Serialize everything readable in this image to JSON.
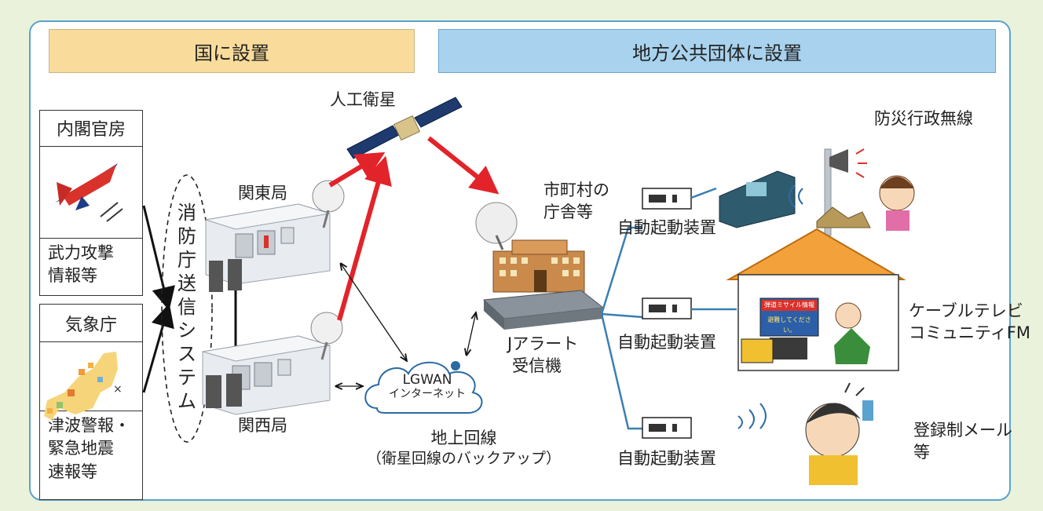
{
  "headers": {
    "kuni": "国に設置",
    "chiho": "地方公共団体に設置"
  },
  "sources": {
    "cabinet": {
      "title": "内閣官房",
      "label_lines": [
        "武力攻撃",
        "情報等"
      ]
    },
    "jma": {
      "title": "気象庁",
      "label_lines": [
        "津波警報・",
        "緊急地震",
        "速報等"
      ]
    }
  },
  "fdma_system": [
    "消",
    "防",
    "庁",
    "送",
    "信",
    "シ",
    "ス",
    "テ",
    "ム"
  ],
  "stations": {
    "kanto": "関東局",
    "kansai": "関西局"
  },
  "satellite": "人工衛星",
  "municipal": {
    "line1": "市町村の",
    "line2": "庁舎等"
  },
  "receiver": {
    "line1": "Jアラート",
    "line2": "受信機"
  },
  "lgwan": {
    "line1": "LGWAN",
    "line2": "インターネット"
  },
  "ground": {
    "line1": "地上回線",
    "line2": "（衛星回線のバックアップ）"
  },
  "auto_start": [
    "自動起動装置",
    "自動起動装置",
    "自動起動装置"
  ],
  "outputs": {
    "radio": "防災行政無線",
    "cable": {
      "line1": "ケーブルテレビ",
      "line2": "コミュニティFM"
    },
    "mail": {
      "line1": "登録制メール",
      "line2": "等"
    }
  },
  "tv_screen": {
    "line1": "弾道ミサイル情報",
    "line2": "避難してください。"
  },
  "colors": {
    "frame": "#5aa3cf",
    "satellite_link": "#e3232a",
    "distribution_line": "#3b7fb1",
    "header_kuni": "#f9dc9b",
    "header_chiho": "#a8d2ee"
  }
}
